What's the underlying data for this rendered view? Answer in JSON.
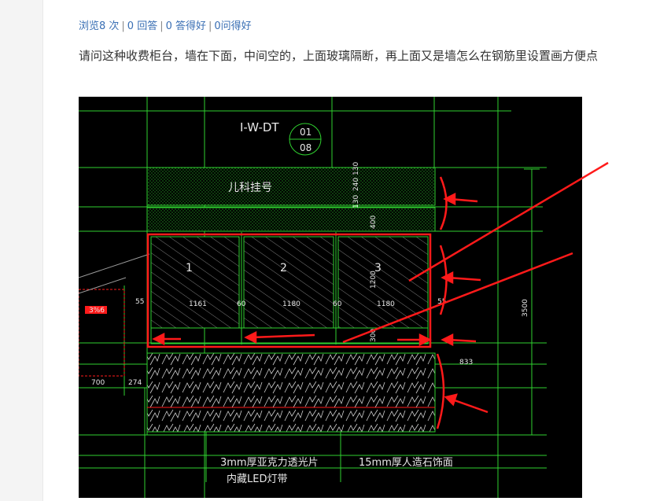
{
  "stats": {
    "views": "浏览8 次",
    "answers": "0 回答",
    "good_answers": "0 答得好",
    "asked_good": "0问得好",
    "separator": "|"
  },
  "question": {
    "text": "请问这种收费柜台，墙在下面，中间空的，上面玻璃隔断，再上面又是墙怎么在钢筋里设置画方便点"
  },
  "drawing": {
    "tag_code": "I-W-DT",
    "tag_number_top": "01",
    "tag_number_bottom": "08",
    "signage_text": "儿科挂号",
    "panel_labels": [
      "1",
      "2",
      "3"
    ],
    "dims": {
      "d_130_a": "130",
      "d_240": "240",
      "d_130_b": "130",
      "d_400": "400",
      "d_1200": "1200",
      "d_300": "300",
      "d_55_left": "55",
      "d_55_right": "55",
      "d_1161": "1161",
      "d_60_a": "60",
      "d_1180_a": "1180",
      "d_60_b": "60",
      "d_1180_b": "1180",
      "d_3500": "3500",
      "d_833": "833",
      "d_700": "700",
      "d_274": "274",
      "d_side_box": "3%6"
    },
    "note_acrylic": "3mm厚亚克力透光片",
    "note_led": "内藏LED灯带",
    "note_stone": "15mm厚人造石饰面"
  },
  "colors": {
    "link": "#3a6fb4",
    "cad_line": "#2fd12f",
    "annotation": "#ff1a1a",
    "cad_bg": "#000000"
  }
}
